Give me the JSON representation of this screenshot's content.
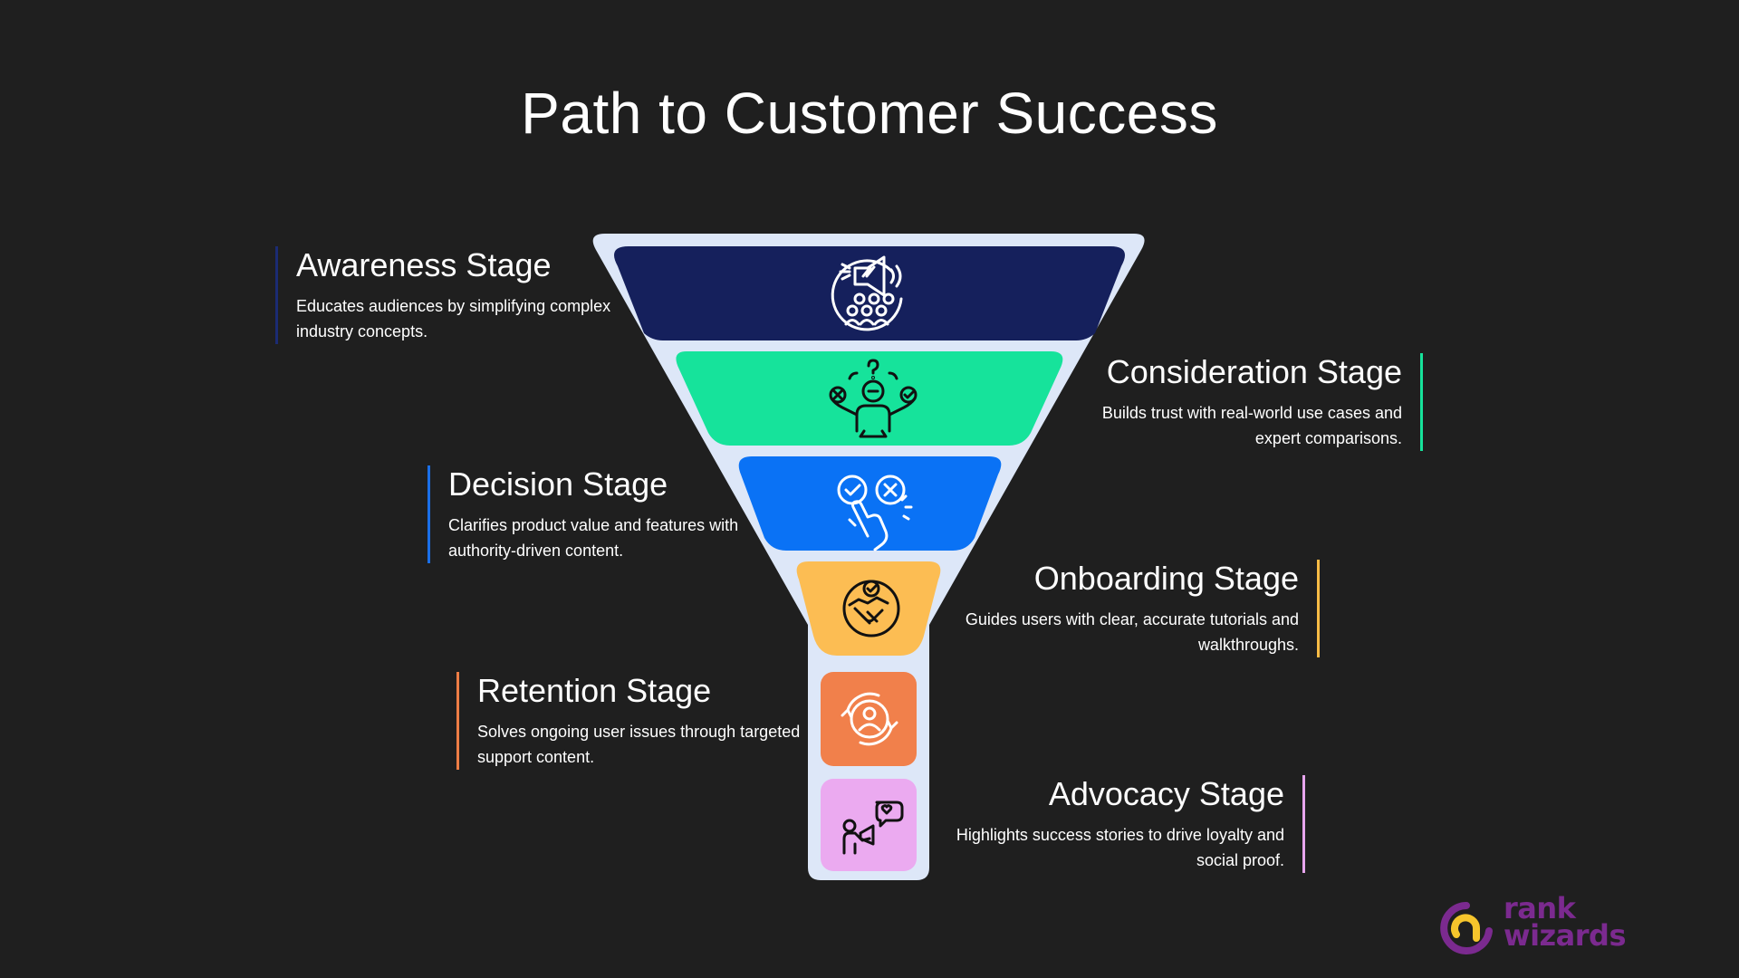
{
  "title": "Path to Customer Success",
  "stages": [
    {
      "name": "Awareness Stage",
      "desc": "Educates audiences by simplifying complex industry concepts.",
      "color": "#15205c",
      "accent": "#1b2b73",
      "icon": "megaphone-audience-icon"
    },
    {
      "name": "Consideration Stage",
      "desc": "Builds trust with real-world use cases and expert comparisons.",
      "color": "#16e39b",
      "accent": "#16e39b",
      "icon": "person-weighing-options-icon"
    },
    {
      "name": "Decision Stage",
      "desc": "Clarifies product value and features with authority-driven content.",
      "color": "#0a72f5",
      "accent": "#1a6fe8",
      "icon": "choose-check-icon"
    },
    {
      "name": "Onboarding Stage",
      "desc": "Guides users with clear, accurate tutorials and walkthroughs.",
      "color": "#fcbd53",
      "accent": "#f8bb45",
      "icon": "handshake-icon"
    },
    {
      "name": "Retention Stage",
      "desc": "Solves ongoing user issues through targeted support content.",
      "color": "#f1804b",
      "accent": "#ee7d45",
      "icon": "user-cycle-icon"
    },
    {
      "name": "Advocacy Stage",
      "desc": "Highlights success stories to drive loyalty and social proof.",
      "color": "#ebaaf0",
      "accent": "#e7a5ee",
      "icon": "megaphone-love-icon"
    }
  ],
  "funnel_outline_color": "#dde7f8",
  "logo": {
    "line1": "rank",
    "line2": "wizards",
    "color": "#7b2a8f",
    "mark_color": "#f6c52c"
  }
}
